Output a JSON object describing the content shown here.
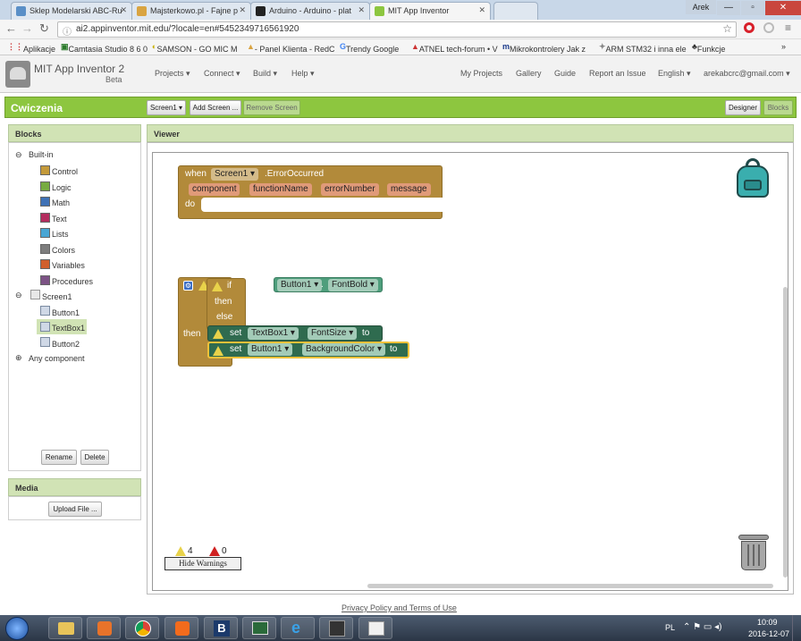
{
  "browser": {
    "tabs": [
      {
        "label": "Sklep Modelarski ABC-Ru",
        "color": "#5a8fc7",
        "active": false
      },
      {
        "label": "Majsterkowo.pl - Fajne p",
        "color": "#d9a441",
        "active": false
      },
      {
        "label": "Arduino - Arduino - plat",
        "color": "#222222",
        "active": false
      },
      {
        "label": "MIT App Inventor",
        "color": "#8dc63f",
        "active": true
      }
    ],
    "user": "Arek",
    "url": "ai2.appinventor.mit.edu/?locale=en#5452349716561920",
    "bookmarks": [
      "Aplikacje",
      "Camtasia Studio 8 6 0",
      "SAMSON - GO MIC M",
      "- Panel Klienta - RedC",
      "Trendy Google",
      "ATNEL tech-forum • V",
      "Mikrokontrolery Jak z",
      "ARM STM32 i inna ele",
      "Funkcje"
    ],
    "more": "»"
  },
  "app": {
    "title": "MIT App Inventor 2",
    "subtitle": "Beta",
    "menus": [
      "Projects ▾",
      "Connect ▾",
      "Build ▾",
      "Help ▾"
    ],
    "right_links": [
      "My Projects",
      "Gallery",
      "Guide",
      "Report an Issue",
      "English ▾",
      "arekabcrc@gmail.com ▾"
    ],
    "project": "Cwiczenia",
    "screen_select": "Screen1 ▾",
    "add_screen": "Add Screen ...",
    "remove_screen": "Remove Screen",
    "designer": "Designer",
    "blocks": "Blocks"
  },
  "blocks_panel": {
    "title": "Blocks",
    "builtin": "Built-in",
    "builtin_items": [
      {
        "label": "Control",
        "color": "#c49a3a"
      },
      {
        "label": "Logic",
        "color": "#77ab41"
      },
      {
        "label": "Math",
        "color": "#3f71b5"
      },
      {
        "label": "Text",
        "color": "#b32d5e"
      },
      {
        "label": "Lists",
        "color": "#49a6d4"
      },
      {
        "label": "Colors",
        "color": "#7d7d7d"
      },
      {
        "label": "Variables",
        "color": "#d05f2d"
      },
      {
        "label": "Procedures",
        "color": "#7c5385"
      }
    ],
    "screen": "Screen1",
    "components": [
      "Button1",
      "TextBox1",
      "Button2"
    ],
    "any": "Any component",
    "rename": "Rename",
    "delete": "Delete"
  },
  "media": {
    "title": "Media",
    "upload": "Upload File ..."
  },
  "viewer": {
    "title": "Viewer",
    "event": {
      "when": "when",
      "component": "Screen1 ▾",
      "event_name": ".ErrorOccurred",
      "params": [
        "component",
        "functionName",
        "errorNumber",
        "message"
      ],
      "do": "do"
    },
    "ifblock": {
      "if": "if",
      "inner_if": "if",
      "inner_then": "then",
      "inner_else": "else",
      "then": "then",
      "getter_comp": "Button1 ▾",
      "getter_prop": "FontBold ▾",
      "dot": "."
    },
    "set1": {
      "set": "set",
      "comp": "TextBox1 ▾",
      "prop": "FontSize ▾",
      "to": "to"
    },
    "set2": {
      "set": "set",
      "comp": "Button1 ▾",
      "prop": "BackgroundColor ▾",
      "to": "to"
    },
    "warnings": "4",
    "errors": "0",
    "hide_warnings": "Hide Warnings"
  },
  "footer": "Privacy Policy and Terms of Use",
  "taskbar": {
    "lang": "PL",
    "time": "10:09",
    "date": "2016-12-07"
  }
}
